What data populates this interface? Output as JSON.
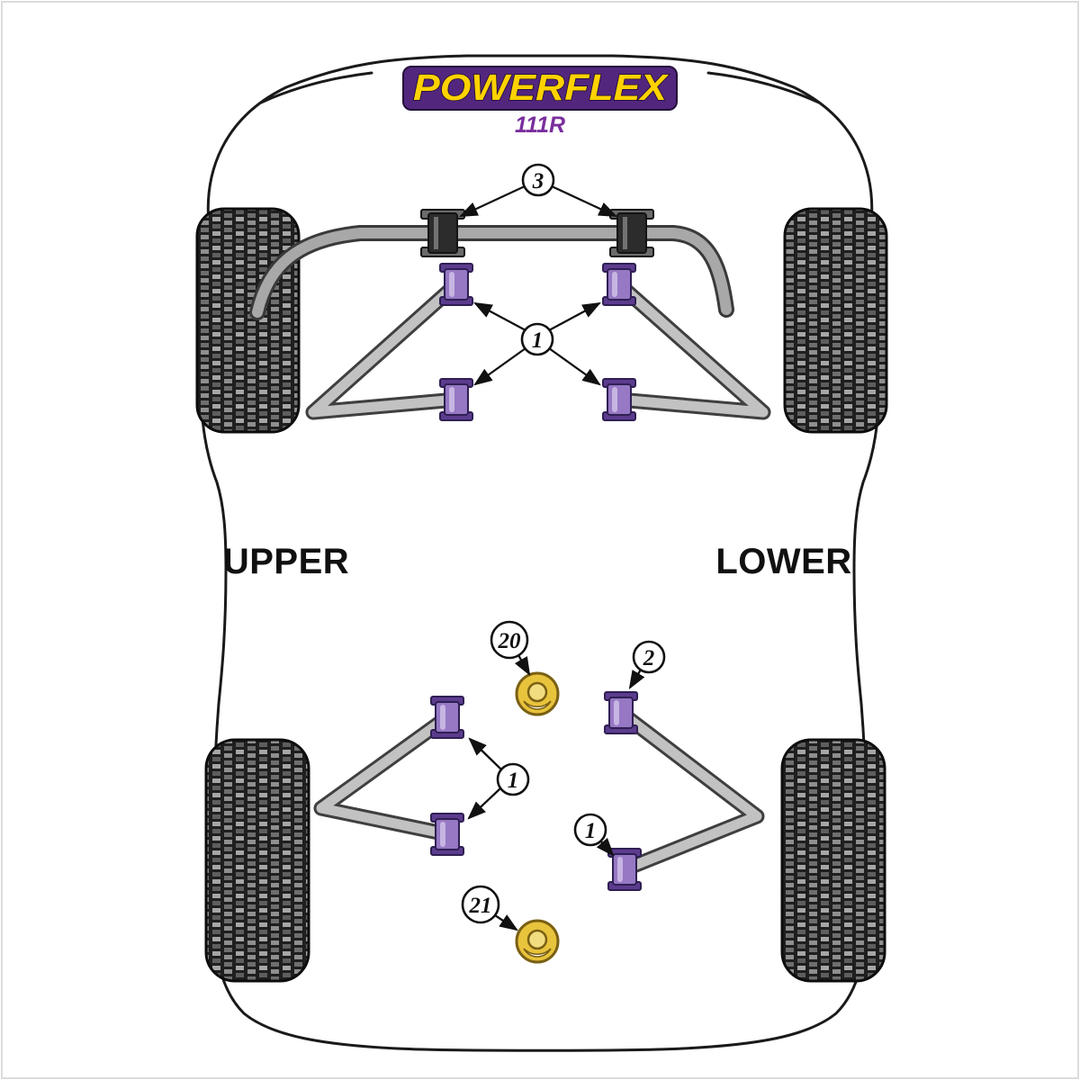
{
  "brand": {
    "logo_text": "POWERFLEX",
    "model_code": "111R"
  },
  "labels": {
    "upper": "UPPER",
    "lower": "LOWER"
  },
  "callouts": {
    "front_bar": "3",
    "front_wishbones": "1",
    "mount_20": "20",
    "rear_inner": "2",
    "rear_wishbone": "1",
    "rear_outer": "1",
    "mount_21": "21"
  },
  "colors": {
    "brand_purple": "#52267d",
    "brand_yellow": "#ffd200",
    "model_purple": "#7a2f9d",
    "bushing_purple": "#9678c4",
    "bushing_purple_dark": "#5c3c8e",
    "bushing_outline": "#2f1f52",
    "mount_yellow": "#e8c33c",
    "arm_gray": "#c2c2c2",
    "arm_outline": "#3f3f3f",
    "bar_gray": "#a8a8a8",
    "line_black": "#111111",
    "tire_dark": "#1f1f1f"
  }
}
